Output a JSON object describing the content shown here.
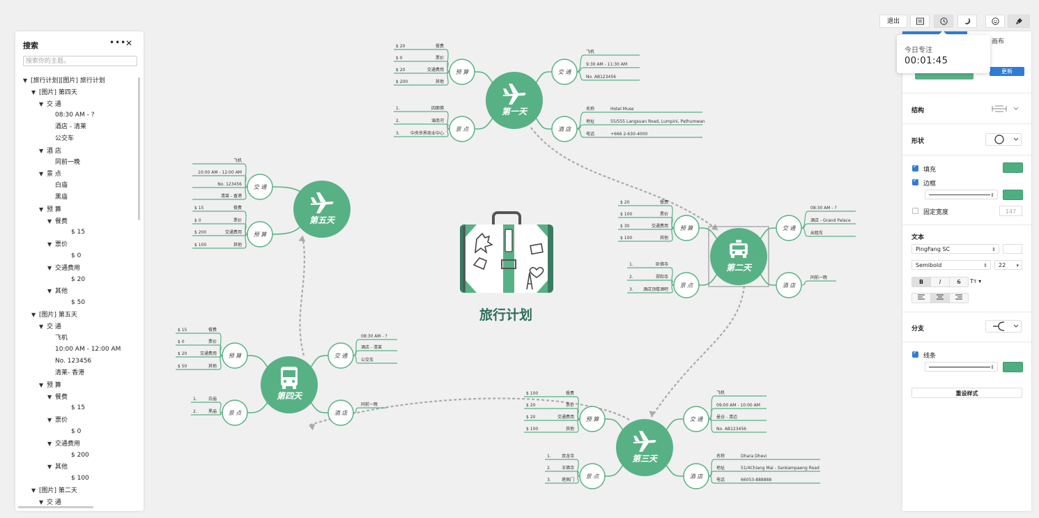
{
  "colors": {
    "accent": "#58b185",
    "dark_green": "#3b7a62",
    "blue": "#2f7cd6"
  },
  "search": {
    "title": "搜索",
    "more_label": "•••",
    "close_label": "✕",
    "placeholder": "搜索你的主题。",
    "tree": [
      {
        "depth": 0,
        "caret": true,
        "text": "[旅行计划][图片] 旅行计划"
      },
      {
        "depth": 1,
        "caret": true,
        "text": "[图片] 第四天"
      },
      {
        "depth": 2,
        "caret": true,
        "text": "交 通"
      },
      {
        "depth": 3,
        "caret": false,
        "text": "08:30 AM - ?"
      },
      {
        "depth": 3,
        "caret": false,
        "text": "酒店 - 清莱"
      },
      {
        "depth": 3,
        "caret": false,
        "text": "公交车"
      },
      {
        "depth": 2,
        "caret": true,
        "text": "酒 店"
      },
      {
        "depth": 3,
        "caret": false,
        "text": "同前一晚"
      },
      {
        "depth": 2,
        "caret": true,
        "text": "景 点"
      },
      {
        "depth": 3,
        "caret": false,
        "text": "白庙"
      },
      {
        "depth": 3,
        "caret": false,
        "text": "黑庙"
      },
      {
        "depth": 2,
        "caret": true,
        "text": "预 算"
      },
      {
        "depth": 3,
        "caret": true,
        "text": "餐费"
      },
      {
        "depth": 4,
        "caret": false,
        "text": "$ 15"
      },
      {
        "depth": 3,
        "caret": true,
        "text": "票价"
      },
      {
        "depth": 4,
        "caret": false,
        "text": "$ 0"
      },
      {
        "depth": 3,
        "caret": true,
        "text": "交通费用"
      },
      {
        "depth": 4,
        "caret": false,
        "text": "$ 20"
      },
      {
        "depth": 3,
        "caret": true,
        "text": "其他"
      },
      {
        "depth": 4,
        "caret": false,
        "text": "$ 50"
      },
      {
        "depth": 1,
        "caret": true,
        "text": "[图片] 第五天"
      },
      {
        "depth": 2,
        "caret": true,
        "text": "交 通"
      },
      {
        "depth": 3,
        "caret": false,
        "text": "飞机"
      },
      {
        "depth": 3,
        "caret": false,
        "text": "10:00 AM - 12:00 AM"
      },
      {
        "depth": 3,
        "caret": false,
        "text": "No. 123456"
      },
      {
        "depth": 3,
        "caret": false,
        "text": "清莱- 香港"
      },
      {
        "depth": 2,
        "caret": true,
        "text": "预 算"
      },
      {
        "depth": 3,
        "caret": true,
        "text": "餐费"
      },
      {
        "depth": 4,
        "caret": false,
        "text": "$ 15"
      },
      {
        "depth": 3,
        "caret": true,
        "text": "票价"
      },
      {
        "depth": 4,
        "caret": false,
        "text": "$ 0"
      },
      {
        "depth": 3,
        "caret": true,
        "text": "交通费用"
      },
      {
        "depth": 4,
        "caret": false,
        "text": "$ 200"
      },
      {
        "depth": 3,
        "caret": true,
        "text": "其他"
      },
      {
        "depth": 4,
        "caret": false,
        "text": "$ 100"
      },
      {
        "depth": 1,
        "caret": true,
        "text": "[图片] 第二天"
      },
      {
        "depth": 2,
        "caret": true,
        "text": "交 通"
      }
    ]
  },
  "toolbar": {
    "exit_label": "退出",
    "icons": [
      "outline-icon",
      "clock-icon",
      "moon-icon",
      "emoji-icon",
      "brush-icon"
    ]
  },
  "focus": {
    "title": "今日专注",
    "time": "00:01:45"
  },
  "format": {
    "tab_canvas": "画布",
    "update_label": "更新",
    "structure_label": "结构",
    "shape_label": "形状",
    "fill_label": "填充",
    "border_label": "边框",
    "fixed_width_label": "固定宽度",
    "fixed_width_value": "147",
    "text_label": "文本",
    "font_value": "PingFang SC",
    "weight_value": "Semibold",
    "size_value": "22",
    "bold": "B",
    "italic": "I",
    "strike": "S",
    "case": "Tт",
    "branch_label": "分支",
    "line_label": "线条",
    "reset_label": "重设样式",
    "fill_checked": true,
    "border_checked": true,
    "fixed_width_checked": false,
    "line_checked": true,
    "fill_color": "#58b185",
    "border_color": "#58b185",
    "line_color": "#58b185"
  },
  "mindmap": {
    "central_title": "旅行计划",
    "days": [
      {
        "id": "d1",
        "label": "第一天",
        "icon": "plane",
        "branches": [
          {
            "label": "交 通",
            "items": [
              {
                "t": "飞机"
              },
              {
                "t": "9:30 AM - 11:30 AM"
              },
              {
                "t": "No. AB123456"
              }
            ]
          },
          {
            "label": "酒 店",
            "items": [
              {
                "k": "名称",
                "t": "Hotel Muse"
              },
              {
                "k": "地址",
                "t": "55/555 Langsuan Road, Lumpini, Pathumwan"
              },
              {
                "k": "电话",
                "t": "+666 2-630-4000"
              }
            ]
          },
          {
            "label": "预 算",
            "items": [
              {
                "k": "$ 20",
                "t": "餐费"
              },
              {
                "k": "$ 0",
                "t": "票价"
              },
              {
                "k": "$ 20",
                "t": "交通费用"
              },
              {
                "k": "$ 200",
                "t": "其他"
              }
            ]
          },
          {
            "label": "景 点",
            "items": [
              {
                "k": "1.",
                "t": "四面佛"
              },
              {
                "k": "2.",
                "t": "湄南河"
              },
              {
                "k": "3.",
                "t": "中央世界商业中心"
              }
            ]
          }
        ]
      },
      {
        "id": "d2",
        "label": "第二天",
        "icon": "taxi",
        "branches": [
          {
            "label": "交 通",
            "items": [
              {
                "t": "08:30 AM - ?"
              },
              {
                "t": "酒店 - Grand Palace"
              },
              {
                "t": "出租车"
              }
            ]
          },
          {
            "label": "酒 店",
            "items": [
              {
                "t": "同前一晚"
              }
            ]
          },
          {
            "label": "预 算",
            "items": [
              {
                "k": "$ 20",
                "t": "餐费"
              },
              {
                "k": "$ 100",
                "t": "票价"
              },
              {
                "k": "$ 30",
                "t": "交通费用"
              },
              {
                "k": "$ 100",
                "t": "其他"
              }
            ]
          },
          {
            "label": "景 点",
            "items": [
              {
                "k": "1.",
                "t": "卧佛寺"
              },
              {
                "k": "2.",
                "t": "郑和寺"
              },
              {
                "k": "3.",
                "t": "酒店顶楼酒吧"
              }
            ]
          }
        ]
      },
      {
        "id": "d3",
        "label": "第三天",
        "icon": "plane",
        "branches": [
          {
            "label": "交 通",
            "items": [
              {
                "t": "飞机"
              },
              {
                "t": "09:00 AM - 10:00 AM"
              },
              {
                "t": "曼谷 - 清迈"
              },
              {
                "t": "No. AB123456"
              }
            ]
          },
          {
            "label": "酒 店",
            "items": [
              {
                "k": "名称",
                "t": "Dhara Dhevi"
              },
              {
                "k": "地址",
                "t": "51/4Chiang Mai - Sankampaeng Road"
              },
              {
                "k": "电话",
                "t": "66053-888888"
              }
            ]
          },
          {
            "label": "预 算",
            "items": [
              {
                "k": "$ 100",
                "t": "餐费"
              },
              {
                "k": "$ 20",
                "t": "票价"
              },
              {
                "k": "$ 20",
                "t": "交通费用"
              },
              {
                "k": "$ 100",
                "t": "其他"
              }
            ]
          },
          {
            "label": "景 点",
            "items": [
              {
                "k": "1.",
                "t": "双龙寺"
              },
              {
                "k": "2.",
                "t": "玉佛寺"
              },
              {
                "k": "3.",
                "t": "塔佩门"
              }
            ]
          }
        ]
      },
      {
        "id": "d4",
        "label": "第四天",
        "icon": "bus",
        "branches": [
          {
            "label": "交 通",
            "items": [
              {
                "t": "08:30 AM - ?"
              },
              {
                "t": "酒店 - 清莱"
              },
              {
                "t": "公交车"
              }
            ]
          },
          {
            "label": "酒 店",
            "items": [
              {
                "t": "同前一晚"
              }
            ]
          },
          {
            "label": "预 算",
            "items": [
              {
                "k": "$ 15",
                "t": "餐费"
              },
              {
                "k": "$ 0",
                "t": "票价"
              },
              {
                "k": "$ 20",
                "t": "交通费用"
              },
              {
                "k": "$ 50",
                "t": "其他"
              }
            ]
          },
          {
            "label": "景 点",
            "items": [
              {
                "k": "1.",
                "t": "白庙"
              },
              {
                "k": "2.",
                "t": "黑庙"
              }
            ]
          }
        ]
      },
      {
        "id": "d5",
        "label": "第五天",
        "icon": "plane",
        "branches": [
          {
            "label": "交 通",
            "items": [
              {
                "t": "飞机"
              },
              {
                "t": "10:00 AM - 12:00 AM"
              },
              {
                "t": "No. 123456"
              },
              {
                "t": "清莱 - 香港"
              }
            ]
          },
          {
            "label": "预 算",
            "items": [
              {
                "k": "$ 15",
                "t": "餐费"
              },
              {
                "k": "$ 0",
                "t": "票价"
              },
              {
                "k": "$ 200",
                "t": "交通费用"
              },
              {
                "k": "$ 100",
                "t": "其他"
              }
            ]
          }
        ]
      }
    ]
  }
}
